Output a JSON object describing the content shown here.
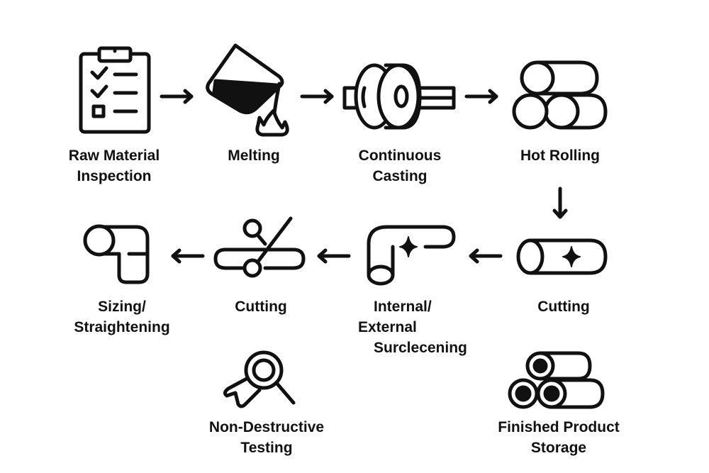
{
  "diagram": {
    "type": "process-flow",
    "stroke_color": "#111111",
    "background": "#ffffff",
    "steps": [
      {
        "id": 1,
        "icon": "clipboard-checklist-icon",
        "label_lines": [
          "Raw Material",
          "Inspection"
        ]
      },
      {
        "id": 2,
        "icon": "pouring-crucible-flame-icon",
        "label_lines": [
          "Melting"
        ]
      },
      {
        "id": 3,
        "icon": "casting-roller-icon",
        "label_lines": [
          "Continuous",
          "Casting"
        ]
      },
      {
        "id": 4,
        "icon": "stacked-cylinders-icon",
        "label_lines": [
          "Hot Rolling"
        ]
      },
      {
        "id": 5,
        "icon": "cylinder-sparkle-icon",
        "label_lines": [
          "Cutting"
        ]
      },
      {
        "id": 6,
        "icon": "elbow-pipe-sparkle-icon",
        "label_lines": [
          "Internal/",
          "External",
          "Surclecening"
        ]
      },
      {
        "id": 7,
        "icon": "pipe-scissors-icon",
        "label_lines": [
          "Cutting"
        ]
      },
      {
        "id": 8,
        "icon": "bent-pipe-icon",
        "label_lines": [
          "Sizing/",
          "Straightening"
        ]
      },
      {
        "id": 9,
        "icon": "magnifier-ribbon-icon",
        "label_lines": [
          "Non-Destructive",
          "Testing"
        ]
      },
      {
        "id": 10,
        "icon": "stacked-pipes-icon",
        "label_lines": [
          "Finished Product",
          "Storage"
        ]
      }
    ],
    "connections": [
      {
        "from": 1,
        "to": 2,
        "direction": "right"
      },
      {
        "from": 2,
        "to": 3,
        "direction": "right"
      },
      {
        "from": 3,
        "to": 4,
        "direction": "right"
      },
      {
        "from": 4,
        "to": 5,
        "direction": "down"
      },
      {
        "from": 5,
        "to": 6,
        "direction": "left"
      },
      {
        "from": 6,
        "to": 7,
        "direction": "left"
      },
      {
        "from": 7,
        "to": 8,
        "direction": "left"
      }
    ]
  }
}
